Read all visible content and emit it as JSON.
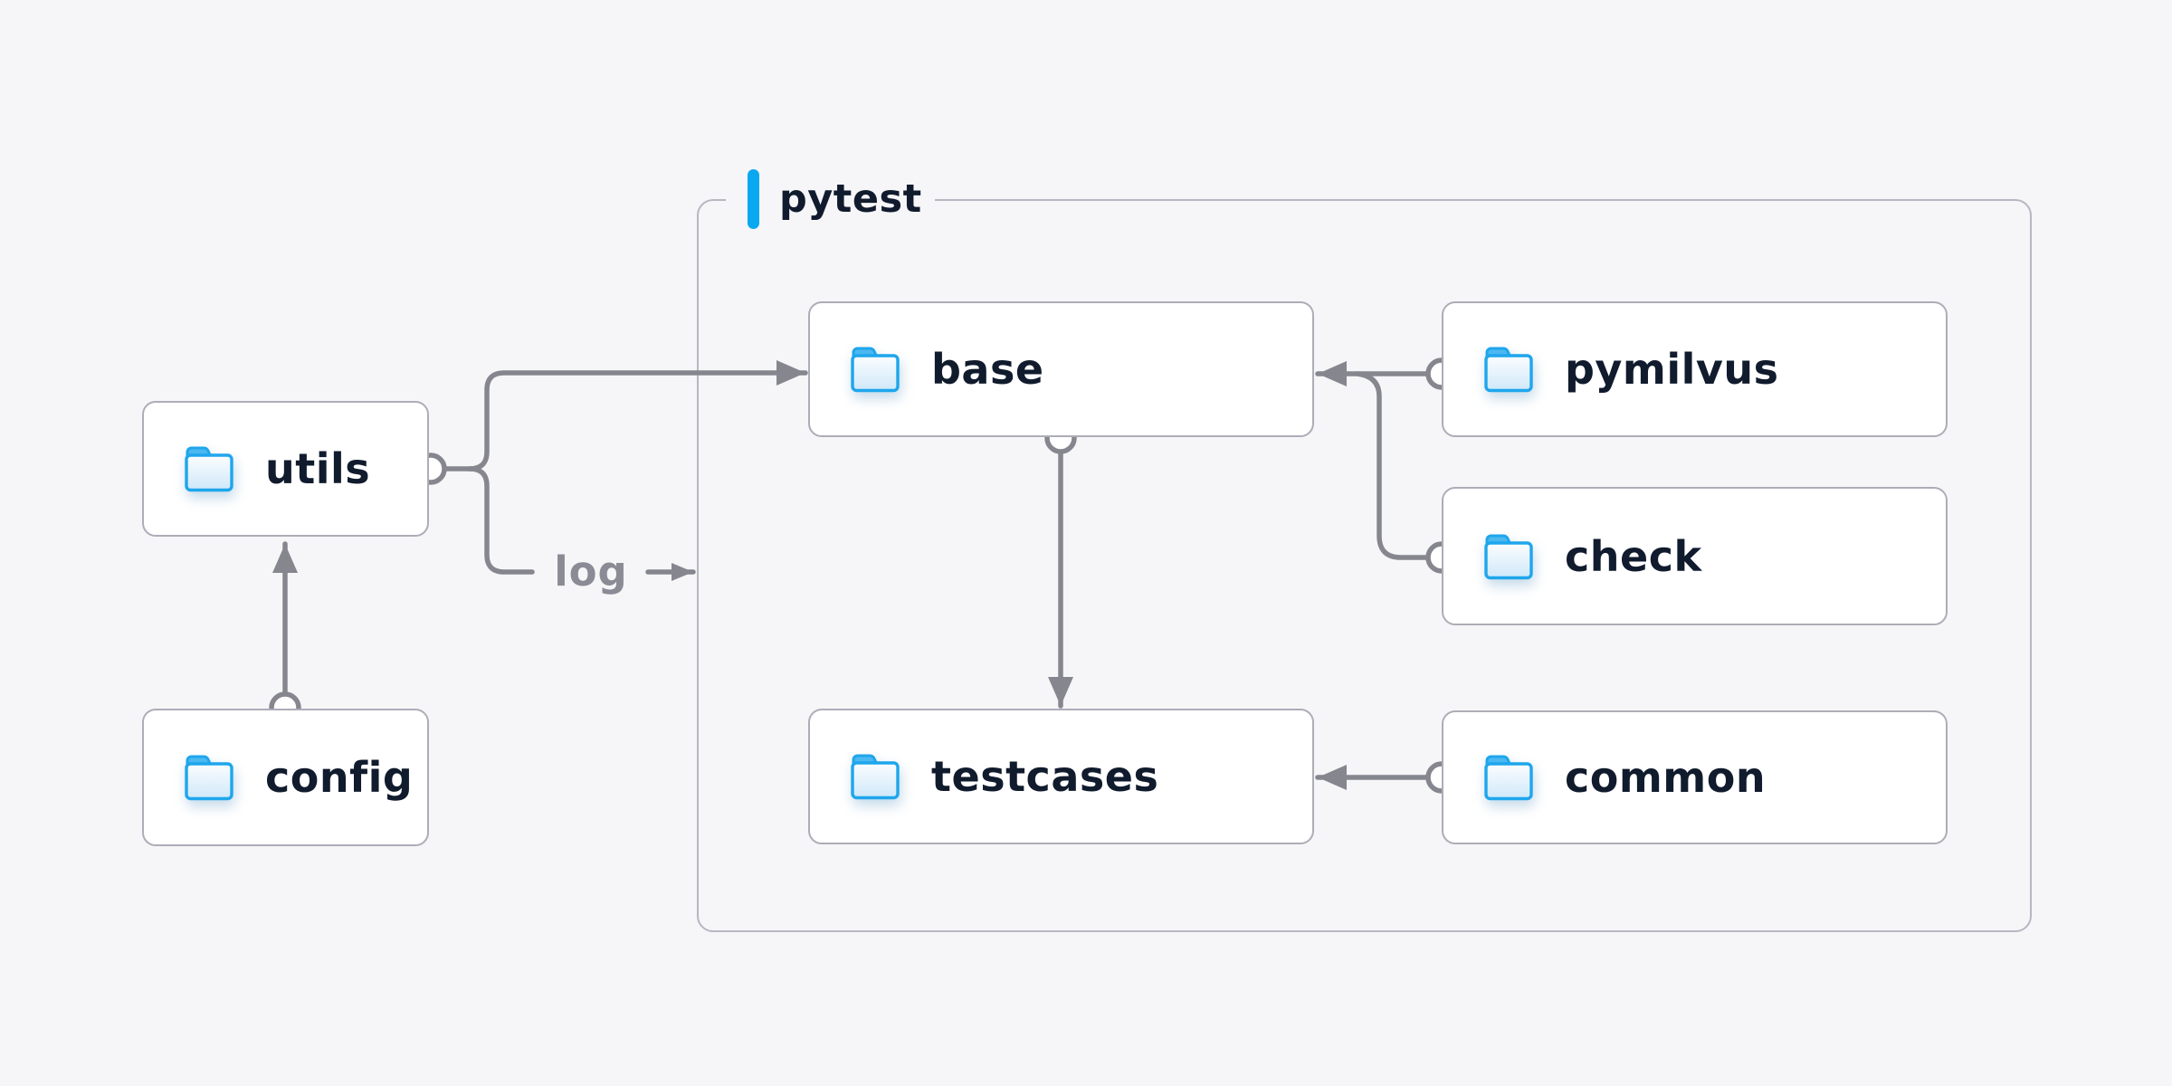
{
  "container": {
    "label": "pytest"
  },
  "nodes": [
    {
      "id": "utils",
      "label": "utils",
      "icon": "folder-icon"
    },
    {
      "id": "config",
      "label": "config",
      "icon": "folder-icon"
    },
    {
      "id": "base",
      "label": "base",
      "icon": "folder-icon"
    },
    {
      "id": "testcases",
      "label": "testcases",
      "icon": "folder-icon"
    },
    {
      "id": "pymilvus",
      "label": "pymilvus",
      "icon": "folder-icon"
    },
    {
      "id": "check",
      "label": "check",
      "icon": "folder-icon"
    },
    {
      "id": "common",
      "label": "common",
      "icon": "folder-icon"
    }
  ],
  "edges": [
    {
      "from": "config",
      "to": "utils"
    },
    {
      "from": "utils",
      "to": "base"
    },
    {
      "from": "utils",
      "to": "pytest",
      "label": "log"
    },
    {
      "from": "base",
      "to": "testcases"
    },
    {
      "from": "pymilvus",
      "to": "base"
    },
    {
      "from": "check",
      "to": "base"
    },
    {
      "from": "common",
      "to": "testcases"
    }
  ],
  "colors": {
    "background": "#f6f6f8",
    "node_background": "#ffffff",
    "node_border": "#adadb8",
    "container_border": "#b7b7c2",
    "node_text": "#101b2d",
    "connector_line": "#86868f",
    "edge_label_text": "#8b8b96",
    "accent_bar": "#09a8f1",
    "folder_stroke": "#1ea6ec",
    "folder_tab_fill": "#4cb8f1",
    "folder_fill_top": "#fbfdff",
    "folder_fill_bottom": "#cfe8f9"
  }
}
